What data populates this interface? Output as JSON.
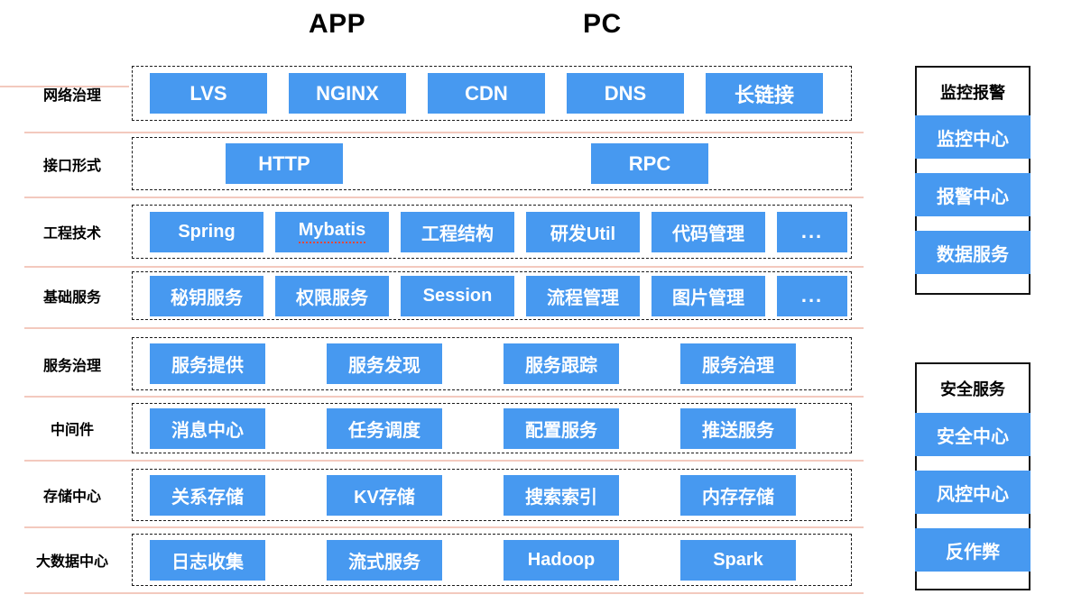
{
  "headers": [
    "APP",
    "PC"
  ],
  "layers": [
    {
      "label": "网络治理",
      "items": [
        "LVS",
        "NGINX",
        "CDN",
        "DNS",
        "长链接"
      ]
    },
    {
      "label": "接口形式",
      "items": [
        "HTTP",
        "RPC"
      ]
    },
    {
      "label": "工程技术",
      "items": [
        "Spring",
        "Mybatis",
        "工程结构",
        "研发Util",
        "代码管理",
        "..."
      ],
      "spellcheck_underline": "Mybatis"
    },
    {
      "label": "基础服务",
      "items": [
        "秘钥服务",
        "权限服务",
        "Session",
        "流程管理",
        "图片管理",
        "..."
      ]
    },
    {
      "label": "服务治理",
      "items": [
        "服务提供",
        "服务发现",
        "服务跟踪",
        "服务治理"
      ]
    },
    {
      "label": "中间件",
      "items": [
        "消息中心",
        "任务调度",
        "配置服务",
        "推送服务"
      ]
    },
    {
      "label": "存储中心",
      "items": [
        "关系存储",
        "KV存储",
        "搜索索引",
        "内存存储"
      ]
    },
    {
      "label": "大数据中心",
      "items": [
        "日志收集",
        "流式服务",
        "Hadoop",
        "Spark"
      ]
    }
  ],
  "side_panels": [
    {
      "title": "监控报警",
      "items": [
        "监控中心",
        "报警中心",
        "数据服务"
      ]
    },
    {
      "title": "安全服务",
      "items": [
        "安全中心",
        "风控中心",
        "反作弊"
      ]
    }
  ],
  "colors": {
    "box_blue": "#4799F0",
    "separator_pink": "#F3C9BE",
    "spellcheck_red": "#E8473A",
    "row_border": "#1C1C1C",
    "panel_border": "#111111",
    "box_text": "#FFFFFF"
  }
}
